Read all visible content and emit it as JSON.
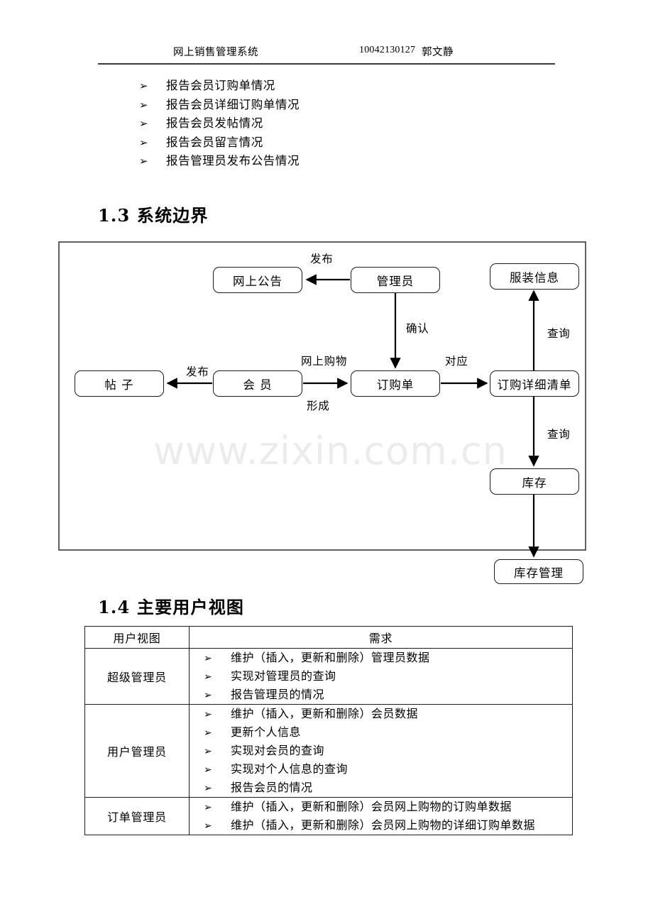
{
  "header": {
    "title": "网上销售管理系统",
    "student_id": "10042130127",
    "author": "郭文静"
  },
  "top_list": {
    "bullet_glyph": "➢",
    "items": [
      "报告会员订购单情况",
      "报告会员详细订购单情况",
      "报告会员发帖情况",
      "报告会员留言情况",
      "报告管理员发布公告情况"
    ]
  },
  "sections": {
    "system_boundary": "1.3 系统边界",
    "main_user_views": "1.4 主要用户视图"
  },
  "watermark": "www.zixin.com.cn",
  "diagram": {
    "nodes": {
      "announcement": "网上公告",
      "admin": "管理员",
      "clothing_info": "服装信息",
      "post": "帖 子",
      "member": "会 员",
      "order": "订购单",
      "order_detail": "订购详细清单",
      "inventory": "库存",
      "inventory_mgmt": "库存管理"
    },
    "edge_labels": {
      "publish_announcement": "发布",
      "confirm": "确认",
      "query_clothing": "查询",
      "publish_post": "发布",
      "online_shopping": "网上购物",
      "form": "形成",
      "correspond": "对应",
      "query_inventory": "查询"
    }
  },
  "user_view_table": {
    "columns": [
      "用户视图",
      "需求"
    ],
    "bullet_glyph": "➢",
    "rows": [
      {
        "view": "超级管理员",
        "requirements": [
          "维护（插入，更新和删除）管理员数据",
          "实现对管理员的查询",
          "报告管理员的情况"
        ]
      },
      {
        "view": "用户管理员",
        "requirements": [
          "维护（插入，更新和删除）会员数据",
          "更新个人信息",
          "实现对会员的查询",
          "实现对个人信息的查询",
          "报告会员的情况"
        ]
      },
      {
        "view": "订单管理员",
        "requirements": [
          "维护（插入，更新和删除）会员网上购物的订购单数据",
          "维护（插入，更新和删除）会员网上购物的详细订购单数据"
        ]
      }
    ]
  }
}
